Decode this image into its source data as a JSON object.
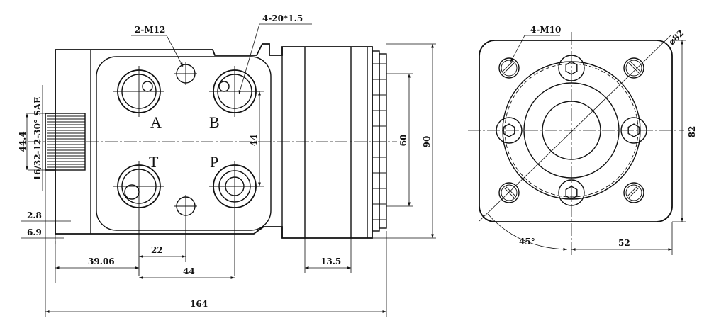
{
  "front_view": {
    "callout_mounting": "2-M12",
    "callout_ports": "4-20*1.5",
    "port_a": "A",
    "port_b": "B",
    "port_t": "T",
    "port_p": "P",
    "spline_label": "16/32-12-30° SAE",
    "dim_spline_dia": "44.4",
    "dim_port_spacing_v": "44",
    "dim_60": "60",
    "dim_90": "90",
    "dim_2_8": "2.8",
    "dim_6_9": "6.9",
    "dim_39_06": "39.06",
    "dim_22": "22",
    "dim_port_spacing_h": "44",
    "dim_13_5": "13.5",
    "dim_overall": "164"
  },
  "end_view": {
    "callout_holes": "4-M10",
    "dim_bolt_circle": "⌀82",
    "dim_height": "82",
    "dim_angle": "45°",
    "dim_width": "52"
  }
}
